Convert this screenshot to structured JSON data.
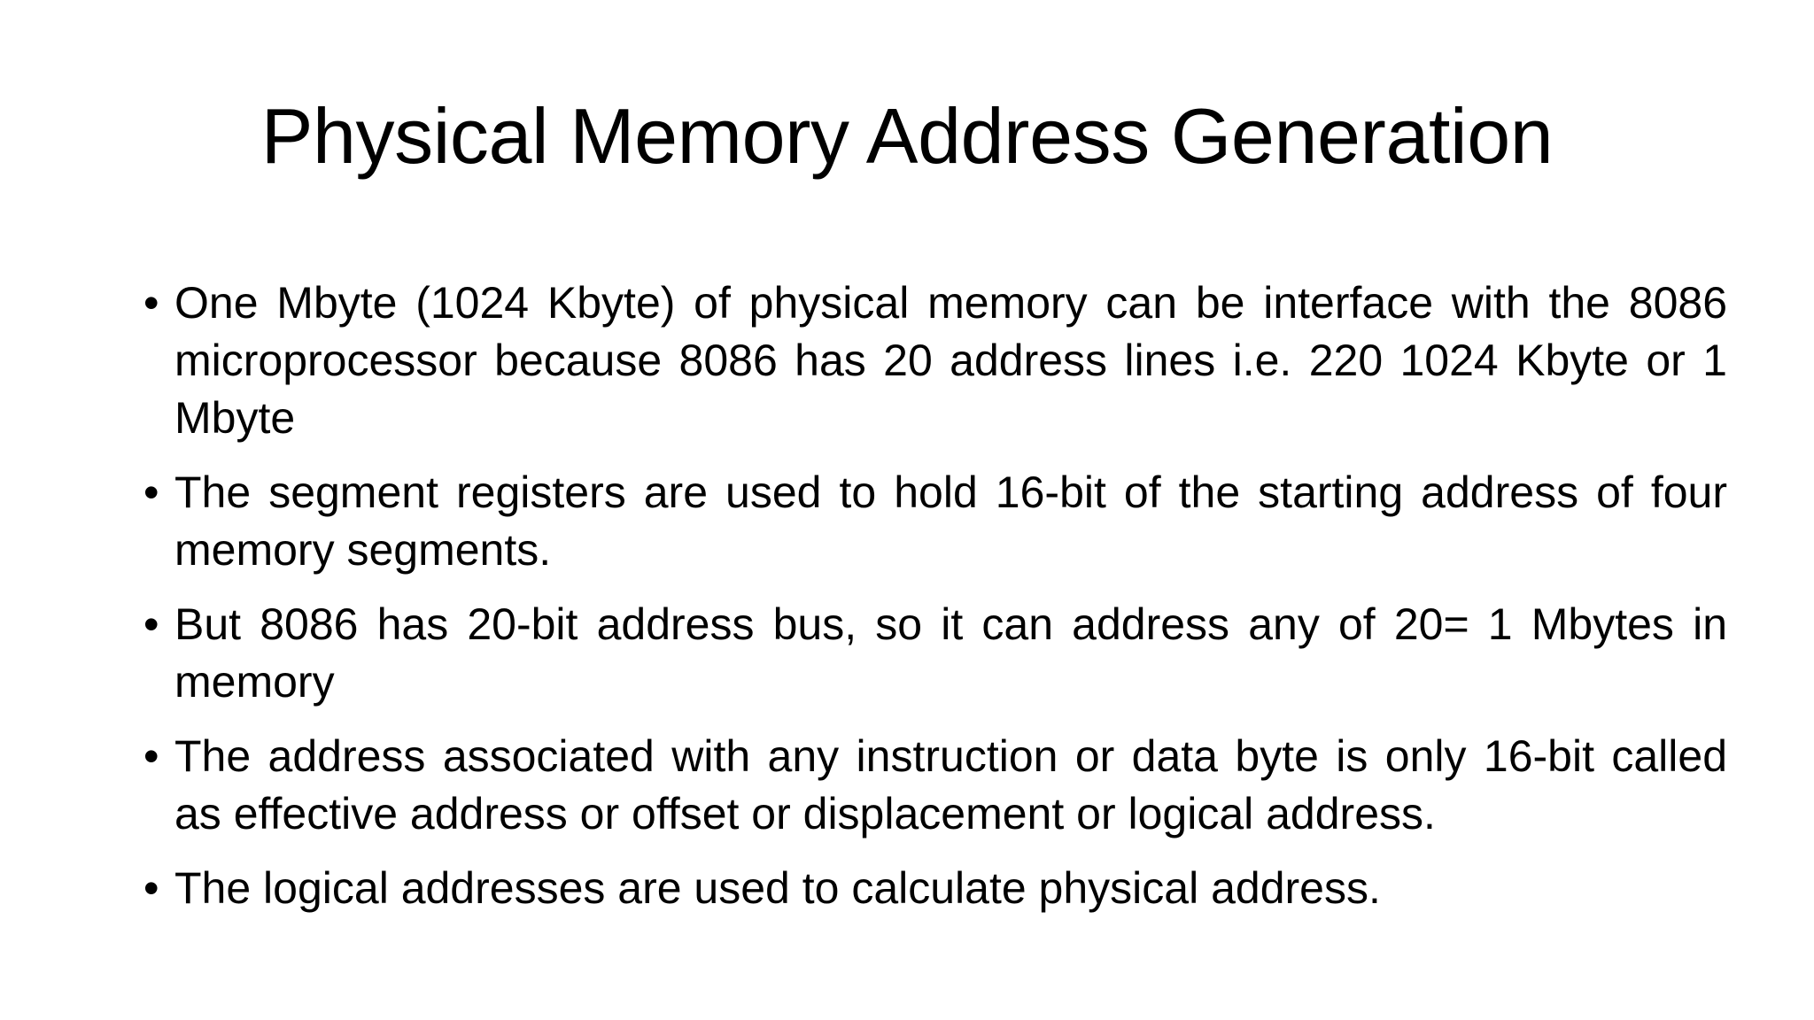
{
  "slide": {
    "background_color": "#ffffff",
    "text_color": "#000000",
    "title": "Physical Memory Address Generation",
    "bullet_glyph": "•",
    "bullets": [
      {
        "id": "bullet-one-mbyte",
        "text": "One Mbyte (1024 Kbyte) of physical memory can be interface with the 8086 microprocessor because 8086 has 20 address lines i.e. 220 1024 Kbyte or 1 Mbyte"
      },
      {
        "id": "bullet-segment-registers",
        "text": "The segment registers are used to hold 16-bit of the starting address of four memory segments."
      },
      {
        "id": "bullet-address-bus",
        "text": "But 8086 has 20-bit address bus, so it can address any of 20= 1 Mbytes in memory"
      },
      {
        "id": "bullet-effective-address",
        "text": "The address associated with any instruction or data byte is only 16-bit called as effective address or offset or displacement or logical address."
      },
      {
        "id": "bullet-logical-addresses",
        "text": "The logical addresses are used to calculate physical address."
      }
    ]
  }
}
